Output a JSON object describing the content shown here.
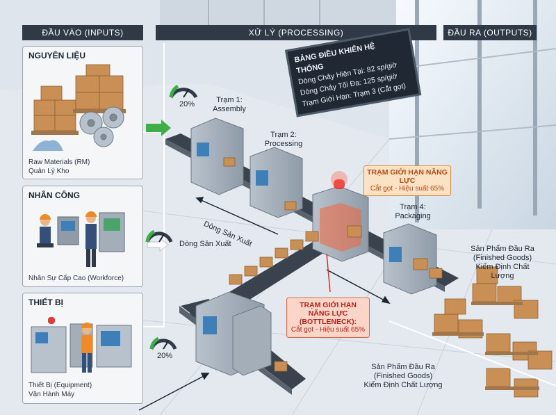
{
  "headers": {
    "inputs": "ĐẦU VÀO (INPUTS)",
    "processing": "XỬ LÝ (PROCESSING)",
    "outputs": "ĐẦU RA (OUTPUTS)"
  },
  "panels": {
    "materials": {
      "title": "NGUYÊN LIỆU",
      "caption1": "Raw Materials (RM)",
      "caption2": "Quản Lý Kho"
    },
    "labor": {
      "title": "NHÂN CÔNG",
      "caption1": "Nhân Sự Cấp Cao (Workforce)"
    },
    "equipment": {
      "title": "THIẾT BỊ",
      "caption1": "Thiết Bị (Equipment)",
      "caption2": "Vận Hành Máy"
    }
  },
  "gauges": {
    "top": "20%",
    "bottom": "20%"
  },
  "flow": {
    "label1": "Dòng Sản Xuất",
    "label2": "Dòng Sản Xuất"
  },
  "stations": {
    "s1_line1": "Trạm 1:",
    "s1_line2": "Assembly",
    "s2_line1": "Trạm 2:",
    "s2_line2": "Processing",
    "s4_line1": "Trạm 4:",
    "s4_line2": "Packaging"
  },
  "dashboard": {
    "title": "BẢNG ĐIỀU KHIỂN HỆ THỐNG",
    "line1": "Dòng Chảy Hiện Tại: 82 sp/giờ",
    "line2": "Dòng Chảy Tối Đa: 125 sp/giờ",
    "line3": "Trạm Giới Hạn: Trạm 3 (Cắt gọt)"
  },
  "callout_top": {
    "title": "TRẠM GIỚI HẠN NĂNG LỰC",
    "text": "Cắt gọt - Hiệu suất 65%"
  },
  "callout_bottom": {
    "title1": "TRẠM GIỚI HẠN",
    "title2": "NĂNG LỰC",
    "title3": "(BOTTLENECK):",
    "text": "Cắt gọt - Hiệu suất 65%"
  },
  "outputs": {
    "top_line1": "Sản Phẩm Đầu Ra",
    "top_line2": "(Finished Goods)",
    "top_line3": "Kiểm Định Chất Lượng",
    "bottom_line1": "Sản Phẩm Đầu Ra",
    "bottom_line2": "(Finished Goods)",
    "bottom_line3": "Kiểm Định Chất Lượng"
  },
  "colors": {
    "header": "#2f3a46",
    "alarm": "#e53935",
    "box": "#c98f55",
    "arrow": "#3fae49"
  }
}
